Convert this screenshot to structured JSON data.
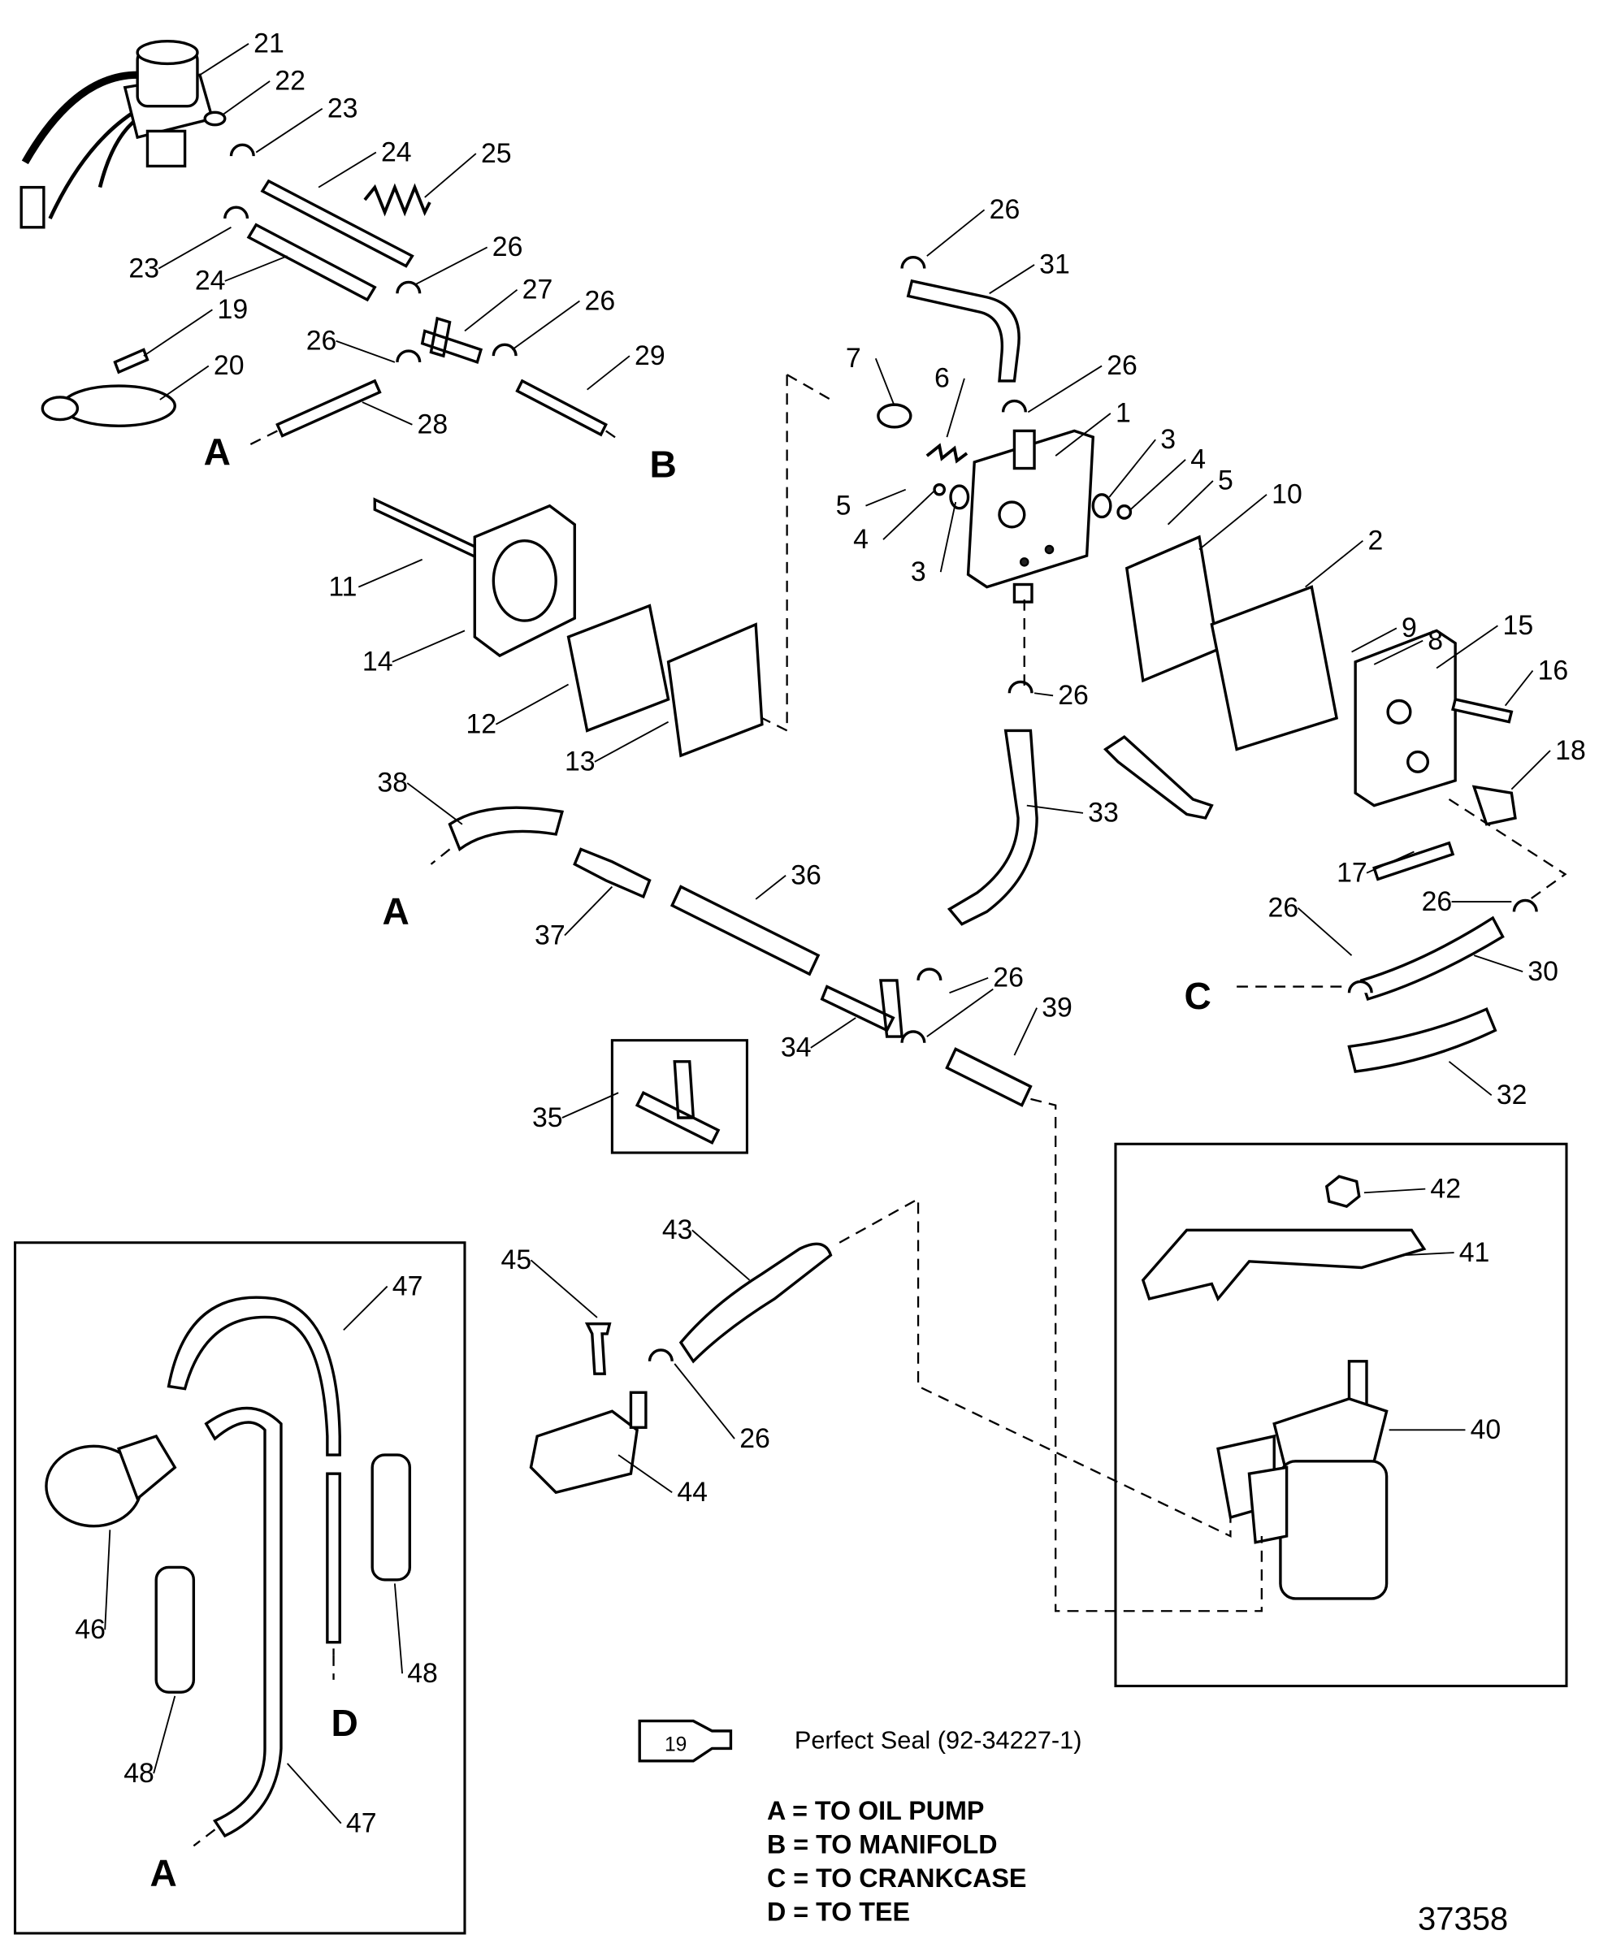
{
  "diagram": {
    "figure_number": "37358",
    "callouts": [
      "21",
      "22",
      "23",
      "24",
      "25",
      "23",
      "24",
      "26",
      "19",
      "27",
      "26",
      "26",
      "29",
      "20",
      "28",
      "26",
      "31",
      "7",
      "6",
      "26",
      "1",
      "3",
      "4",
      "5",
      "5",
      "4",
      "3",
      "10",
      "2",
      "11",
      "14",
      "12",
      "13",
      "9",
      "8",
      "15",
      "16",
      "26",
      "33",
      "18",
      "17",
      "38",
      "36",
      "37",
      "26",
      "26",
      "30",
      "26",
      "39",
      "34",
      "35",
      "32",
      "42",
      "41",
      "40",
      "47",
      "45",
      "43",
      "26",
      "44",
      "46",
      "48",
      "48",
      "47"
    ],
    "connection_markers": [
      "A",
      "B",
      "A",
      "C",
      "D",
      "A"
    ],
    "tube_label": "19",
    "sealant_note": "Perfect Seal (92-34227-1)",
    "legend": [
      "A = TO OIL PUMP",
      "B = TO MANIFOLD",
      "C = TO CRANKCASE",
      "D = TO TEE"
    ]
  }
}
